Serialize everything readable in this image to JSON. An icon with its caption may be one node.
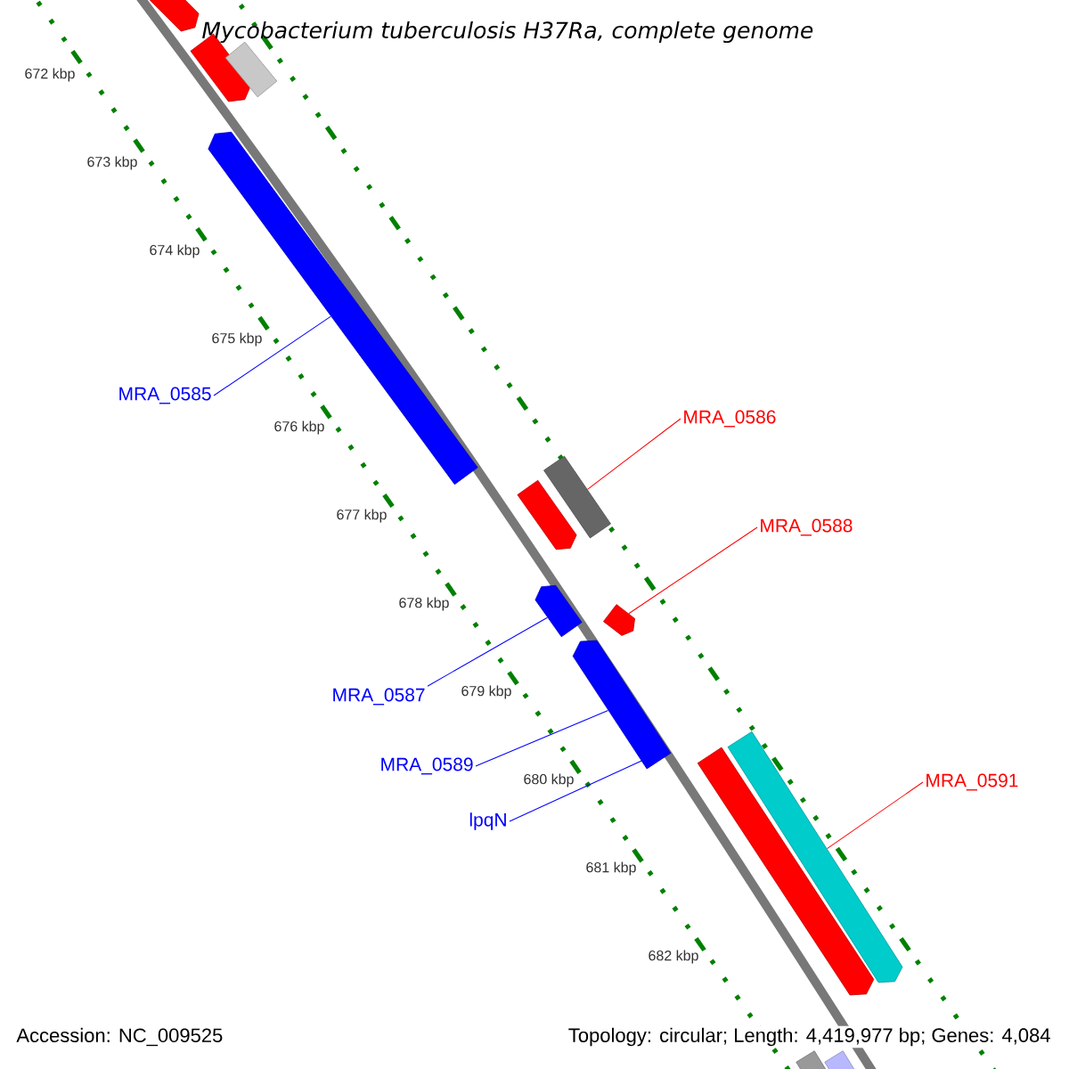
{
  "diagram": {
    "title": "Mycobacterium tuberculosis H37Ra, complete genome",
    "nodes": [
      {
        "text": [],
        "shape": "bar"
      },
      {
        "text": [],
        "shape": "bar"
      },
      {
        "text": [],
        "shape": "bar"
      },
      {
        "text": [],
        "shape": "bar"
      },
      {
        "text": [
          "MRA_0585"
        ]
      },
      {
        "text": [
          "MRA_0586"
        ]
      },
      {
        "text": [],
        "shape": "bar"
      },
      {
        "text": [],
        "shape": "bar"
      },
      {
        "text": [
          "MRA_0588"
        ]
      },
      {
        "text": [],
        "shape": "bar"
      },
      {
        "text": [],
        "shape": "bar"
      },
      {
        "text": [
          "MRA_0587"
        ]
      },
      {
        "text": [],
        "shape": "bar"
      },
      {
        "text": [
          "MRA_0589"
        ]
      },
      {
        "text": [
          "lpqN"
        ]
      },
      {
        "text": [
          "MRA_0591"
        ]
      },
      {
        "text": [],
        "shape": "bar"
      },
      {
        "text": [],
        "shape": "bar"
      },
      {
        "text": [],
        "shape": "bar"
      },
      {
        "text": [],
        "shape": "bar"
      }
    ],
    "edges": [
      {
        "from": 4,
        "to": 3,
        "arrow": "none"
      },
      {
        "from": 5,
        "to": 7,
        "arrow": "none",
        "color": "#ff0000"
      },
      {
        "from": 8,
        "to": 10,
        "arrow": "none",
        "color": "#ff0000"
      },
      {
        "from": 11,
        "to": 9,
        "arrow": "none"
      },
      {
        "from": 13,
        "to": 12,
        "arrow": "none"
      },
      {
        "from": 14,
        "to": 12,
        "arrow": "none"
      },
      {
        "from": 15,
        "to": 16,
        "arrow": "none",
        "color": "#ff0000"
      }
    ],
    "labels": [
      "672 kbp",
      "673 kbp",
      "674 kbp",
      "675 kbp",
      "676 kbp",
      "677 kbp",
      "678 kbp",
      "679 kbp",
      "680 kbp",
      "681 kbp",
      "682 kbp",
      "Accession: NC_009525",
      "Topology: circular; Length: 4,419,977 bp; Genes: 4,084"
    ]
  }
}
